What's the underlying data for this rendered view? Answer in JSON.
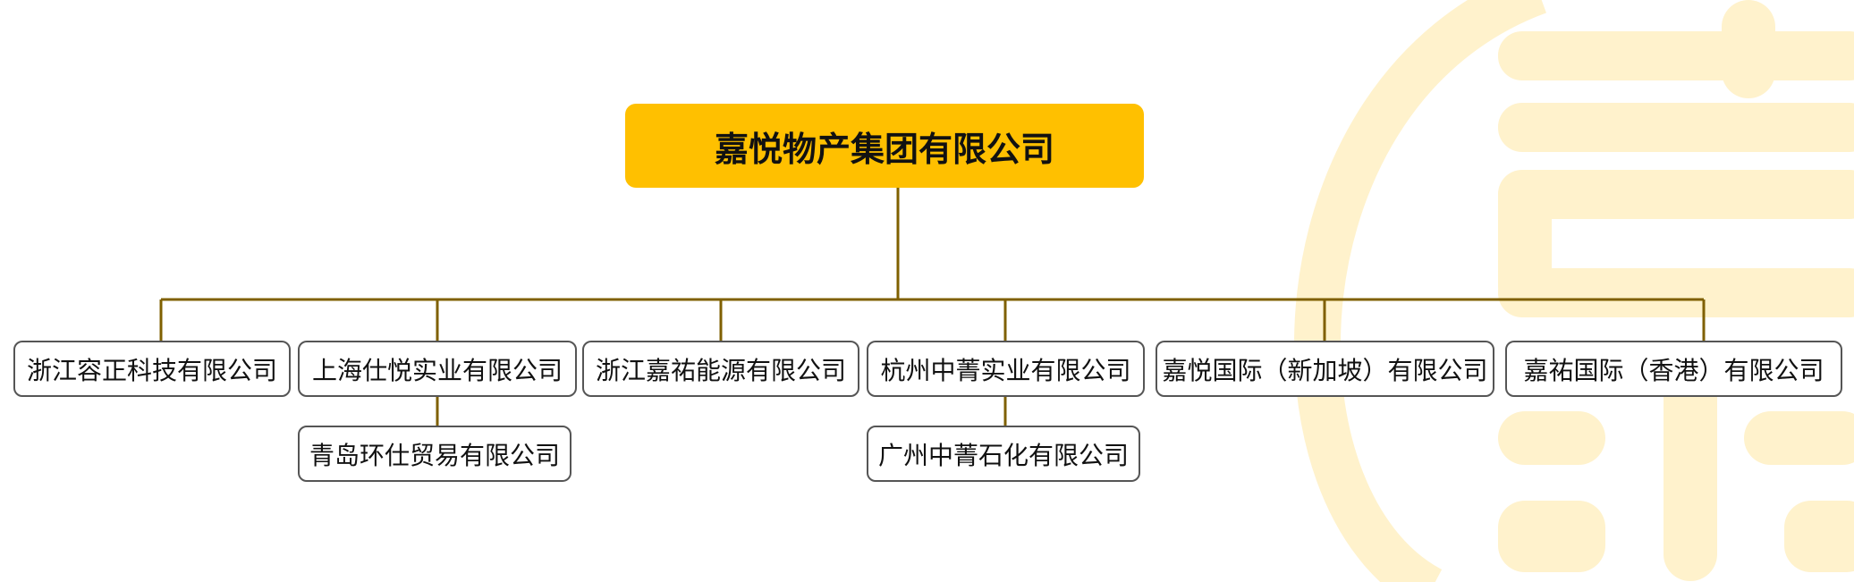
{
  "chart": {
    "root": "嘉悦物产集团有限公司",
    "subsidiaries": [
      {
        "id": "zjrz",
        "label": "浙江容正科技有限公司"
      },
      {
        "id": "shsy",
        "label": "上海仕悦实业有限公司",
        "children": [
          {
            "id": "qdhs",
            "label": "青岛环仕贸易有限公司"
          }
        ]
      },
      {
        "id": "zjjy",
        "label": "浙江嘉祐能源有限公司"
      },
      {
        "id": "hzzj",
        "label": "杭州中菁实业有限公司",
        "children": [
          {
            "id": "gzzj",
            "label": "广州中菁石化有限公司"
          }
        ]
      },
      {
        "id": "jygj",
        "label": "嘉悦国际（新加坡）有限公司"
      },
      {
        "id": "jygx",
        "label": "嘉祐国际（香港）有限公司"
      }
    ]
  },
  "colors": {
    "root_fill": "#FFC000",
    "connector": "#7F6000",
    "node_border": "#555555",
    "watermark": "#FFF2CC"
  },
  "watermark_icon": "company-logo-mark"
}
